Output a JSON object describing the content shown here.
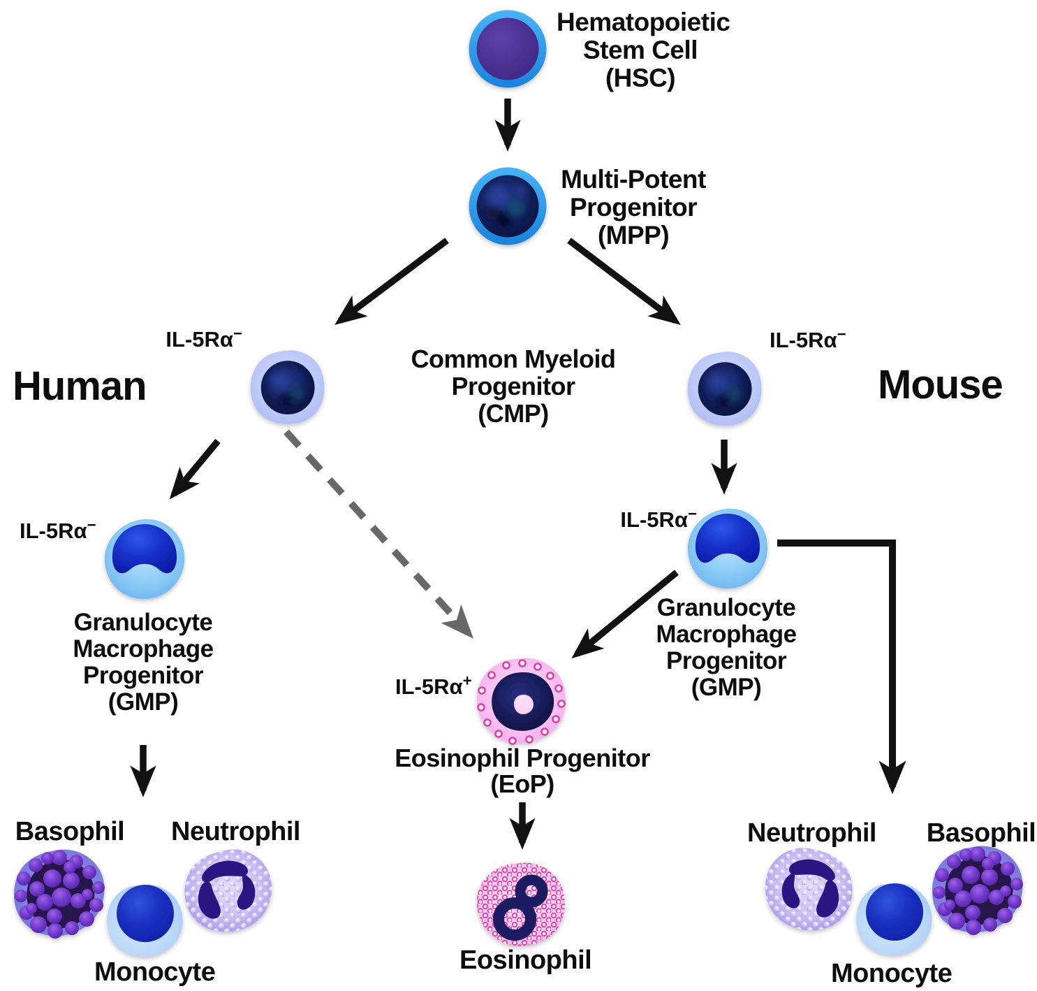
{
  "figure": {
    "subject": "Eosinophil development from hematopoietic stem cells",
    "left_branch": "Human",
    "right_branch": "Mouse"
  },
  "headings": {
    "human": "Human",
    "mouse": "Mouse"
  },
  "receptor": {
    "base": "IL-5Rα",
    "negative": "−",
    "positive": "+"
  },
  "nodes": {
    "hsc": {
      "lines": [
        "Hematopoietic",
        "Stem Cell",
        "(HSC)"
      ]
    },
    "mpp": {
      "lines": [
        "Multi-Potent",
        "Progenitor",
        "(MPP)"
      ]
    },
    "cmp": {
      "lines": [
        "Common Myeloid",
        "Progenitor",
        "(CMP)"
      ]
    },
    "gmp_human": {
      "lines": [
        "Granulocyte",
        "Macrophage",
        "Progenitor",
        "(GMP)"
      ]
    },
    "gmp_mouse": {
      "lines": [
        "Granulocyte",
        "Macrophage",
        "Progenitor",
        "(GMP)"
      ]
    },
    "eop": {
      "lines": [
        "Eosinophil Progenitor",
        "(EoP)"
      ]
    }
  },
  "cells": {
    "basophil": "Basophil",
    "neutrophil": "Neutrophil",
    "monocyte": "Monocyte",
    "eosinophil": "Eosinophil"
  },
  "receptor_annotations": [
    {
      "node": "CMP (human)",
      "label": "IL-5Rα−"
    },
    {
      "node": "CMP (mouse)",
      "label": "IL-5Rα−"
    },
    {
      "node": "GMP (human)",
      "label": "IL-5Rα−"
    },
    {
      "node": "GMP (mouse)",
      "label": "IL-5Rα−"
    },
    {
      "node": "EoP",
      "label": "IL-5Rα+"
    }
  ],
  "edges": [
    {
      "from": "HSC",
      "to": "MPP",
      "style": "solid"
    },
    {
      "from": "MPP",
      "to": "CMP (human)",
      "style": "solid"
    },
    {
      "from": "MPP",
      "to": "CMP (mouse)",
      "style": "solid"
    },
    {
      "from": "CMP (human)",
      "to": "GMP (human)",
      "style": "solid"
    },
    {
      "from": "CMP (human)",
      "to": "EoP",
      "style": "dashed"
    },
    {
      "from": "CMP (mouse)",
      "to": "GMP (mouse)",
      "style": "solid"
    },
    {
      "from": "GMP (mouse)",
      "to": "EoP",
      "style": "solid"
    },
    {
      "from": "GMP (mouse)",
      "to": "Neutrophil / Monocyte / Basophil (mouse)",
      "style": "solid-elbow"
    },
    {
      "from": "GMP (human)",
      "to": "Basophil / Monocyte / Neutrophil (human)",
      "style": "solid"
    },
    {
      "from": "EoP",
      "to": "Eosinophil",
      "style": "solid"
    }
  ],
  "palette": {
    "arrow_black": "#111111",
    "dashed_gray": "#686868",
    "ring_blue": "#2aa1f3",
    "hsc_purple": "#4a3190",
    "progenitor_navy": "#101d55",
    "cmp_halo_periwinkle": "#bdc9f8",
    "gmp_halo_blue": "#8ccbf7",
    "gmp_nucleus_blue": "#1630c8",
    "eop_pink": "#f8c0f2",
    "granule_magenta": "#e23a9e",
    "eos_nucleus_navy": "#1c1f63",
    "baso_body_violet": "#7f7ede",
    "baso_core_dark": "#261748",
    "baso_granule_purple": "#7138cc",
    "neut_body_lavender": "#c2b8f0",
    "neut_nucleus_indigo": "#2a1283",
    "mono_halo_lightblue": "#bcd8f9",
    "mono_nucleus_blue": "#1b2fc0",
    "text_black": "#0d0d0d"
  }
}
